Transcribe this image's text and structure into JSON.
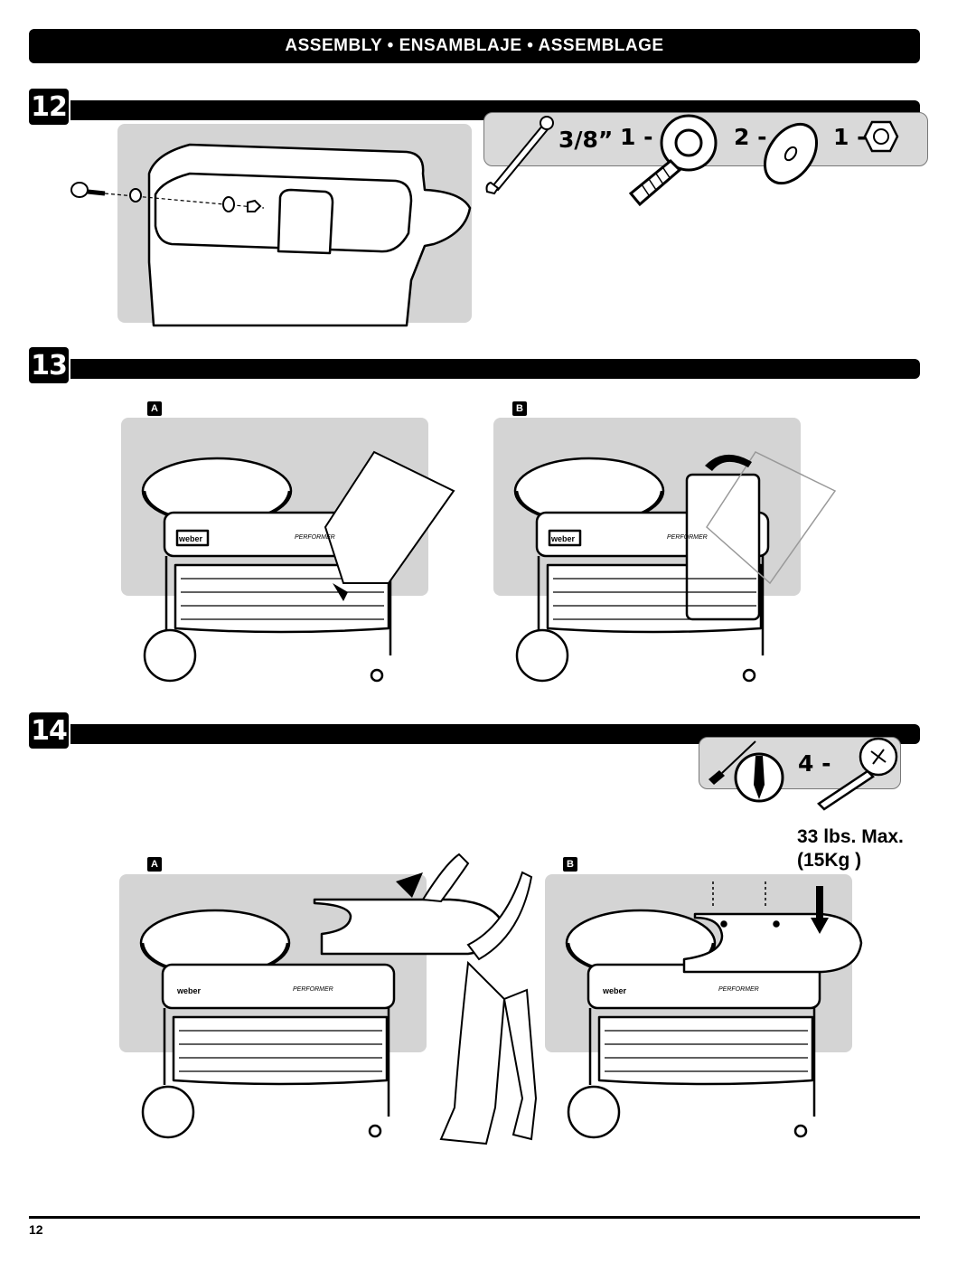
{
  "header": {
    "title": "ASSEMBLY • ENSAMBLAJE • ASSEMBLAGE"
  },
  "steps": [
    {
      "number": "12"
    },
    {
      "number": "13",
      "sub_labels": [
        "A",
        "B"
      ]
    },
    {
      "number": "14",
      "sub_labels": [
        "A",
        "B"
      ]
    }
  ],
  "step12_hardware": {
    "tool_size": "3/8”",
    "eye_bolt_qty": "1 -",
    "washer_qty": "2 -",
    "nut_qty": "1 -"
  },
  "step14_hardware": {
    "screw_qty": "4 -"
  },
  "step14_weight": {
    "line1": "33 lbs. Max.",
    "line2": "(15Kg )"
  },
  "grill_labels": {
    "brand": "weber",
    "model": "PERFORMER"
  },
  "footer": {
    "page_number": "12"
  },
  "colors": {
    "panel_gray": "#d4d4d4",
    "ink": "#000000"
  },
  "icons": [
    "wrench-icon",
    "eye-bolt-icon",
    "washer-icon",
    "nut-icon",
    "screwdriver-icon",
    "phillips-tip-icon",
    "screw-icon",
    "arrow-icon"
  ]
}
